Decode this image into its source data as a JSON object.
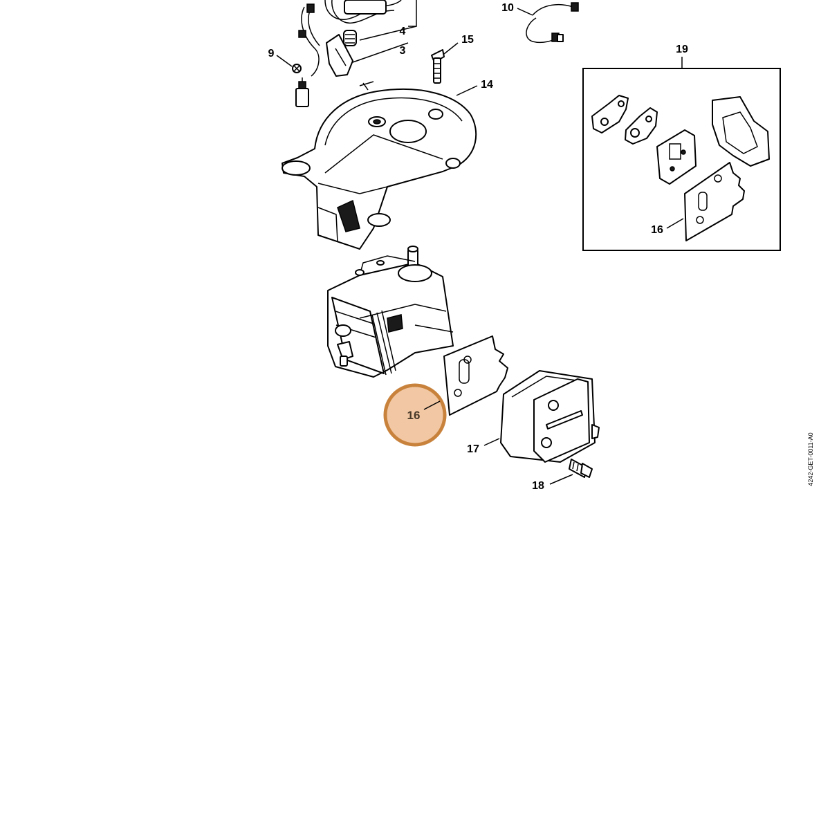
{
  "callouts": {
    "c3": "3",
    "c4": "4",
    "c9": "9",
    "c10": "10",
    "c14": "14",
    "c15": "15",
    "c16_inset": "16",
    "c16_main": "16",
    "c17": "17",
    "c18": "18",
    "c19": "19"
  },
  "drawing_code": "4242-GET-0011-A0",
  "highlight": {
    "part": "16",
    "fill_color": "#f2c8a4",
    "ring_color": "#c8823c"
  }
}
